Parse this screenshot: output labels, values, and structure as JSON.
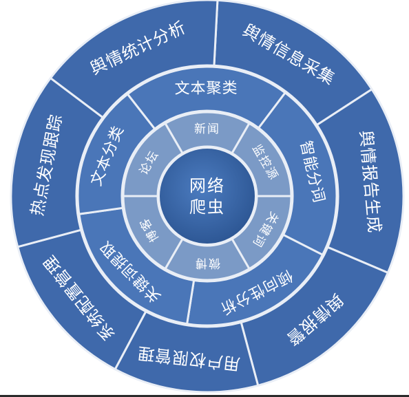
{
  "colors": {
    "outer_ring": "#3f69ab",
    "middle_ring": "#4a76b8",
    "inner_ring": "#7b9ac6",
    "hub": "#2f5a97",
    "separator": "#e9eef6",
    "text": "#ffffff"
  },
  "hub": {
    "line1": "网络",
    "line2": "爬虫"
  },
  "inner_ring": [
    {
      "label": "新闻"
    },
    {
      "label": "监控源"
    },
    {
      "label": "关键词"
    },
    {
      "label": "微博"
    },
    {
      "label": "博客"
    },
    {
      "label": "论坛"
    }
  ],
  "middle_ring": [
    {
      "label": "文本聚类"
    },
    {
      "label": "智能分词"
    },
    {
      "label": "倾向性分析"
    },
    {
      "label": "关键词提取"
    },
    {
      "label": "文本分类"
    }
  ],
  "outer_ring": [
    {
      "label": "舆情信息采集"
    },
    {
      "label": "舆情报告生成"
    },
    {
      "label": "舆情报警"
    },
    {
      "label": "用户权限管理"
    },
    {
      "label": "系统配置管理"
    },
    {
      "label": "热点发现跟踪"
    },
    {
      "label": "舆情统计分析"
    }
  ]
}
